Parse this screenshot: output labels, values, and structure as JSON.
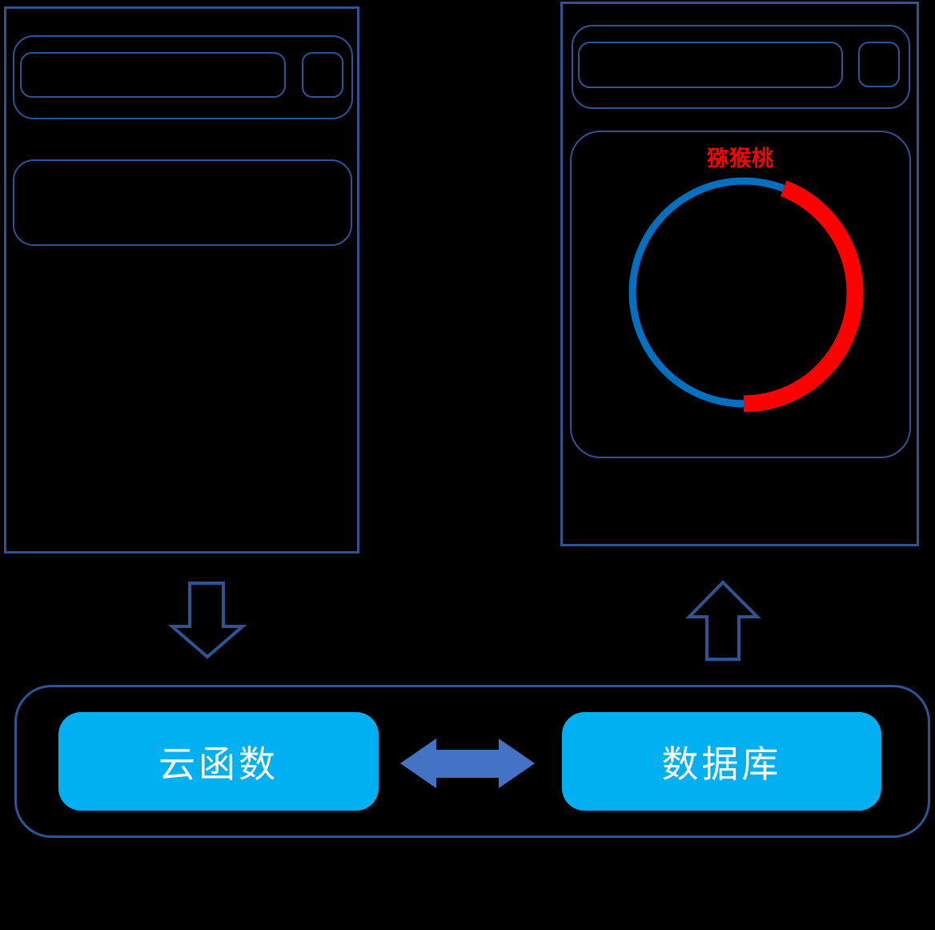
{
  "colors": {
    "background": "#000000",
    "outline_blue": "#2F5496",
    "flow_arrow_blue": "#4472C4",
    "node_cyan": "#00B0F0",
    "node_text": "#FFFFFF",
    "chart_blue": "#0070C0",
    "chart_red": "#FF0000"
  },
  "client_panel": {
    "description": "client screen mockup with empty search bar, search button and empty banner card"
  },
  "result_panel": {
    "chart_title": "猕猴桃"
  },
  "backend": {
    "cloud_function_label": "云函数",
    "database_label": "数据库"
  },
  "chart_data": {
    "type": "pie",
    "subtype": "doughnut-ring",
    "title": "猕猴桃",
    "legend": "none",
    "segments": [
      {
        "name": "猕猴桃-highlighted",
        "percent": 44,
        "color": "#FF0000",
        "start_angle_deg": 21,
        "end_angle_deg": 180,
        "ring_width": 21
      },
      {
        "name": "remainder",
        "percent": 56,
        "color": "#0070C0",
        "start_angle_deg": 180,
        "end_angle_deg": 381,
        "ring_width": 9
      }
    ]
  }
}
